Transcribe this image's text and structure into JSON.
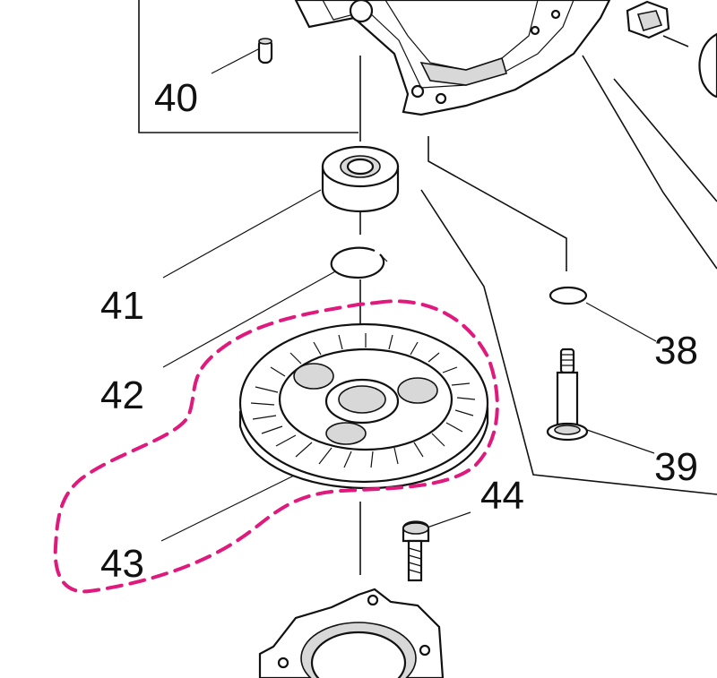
{
  "labels": {
    "p38": "38",
    "p39": "39",
    "p40": "40",
    "p41": "41",
    "p42": "42",
    "p43": "43",
    "p44": "44"
  },
  "colors": {
    "line": "#111111",
    "highlight": "#e0197d"
  }
}
